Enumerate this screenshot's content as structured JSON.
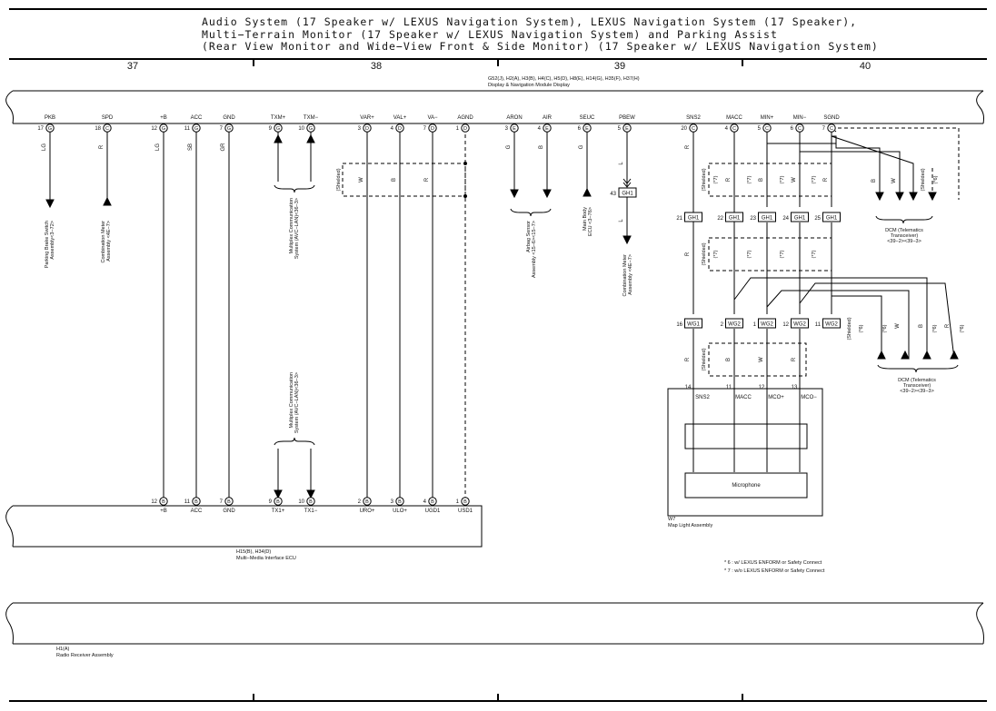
{
  "title": {
    "line1": "Audio System (17 Speaker w/ LEXUS Navigation System),  LEXUS Navigation System (17 Speaker),",
    "line2": "Multi−Terrain Monitor (17 Speaker w/ LEXUS Navigation System) and Parking Assist",
    "line3": "(Rear View Monitor and Wide−View Front & Side Monitor) (17 Speaker w/ LEXUS Navigation System)"
  },
  "columns": [
    "37",
    "38",
    "39",
    "40"
  ],
  "display_module": {
    "connectors": "G52(J), H2(A), H3(B), H4(C), H5(D), H8(E), H14(G), H35(F), H37(H)",
    "name": "Display & Navigation Module Display",
    "pins": [
      {
        "label": "PKB",
        "num": "17",
        "conn": "G"
      },
      {
        "label": "SPD",
        "num": "18",
        "conn": "C"
      },
      {
        "label": "+B",
        "num": "12",
        "conn": "G"
      },
      {
        "label": "ACC",
        "num": "11",
        "conn": "G"
      },
      {
        "label": "GND",
        "num": "7",
        "conn": "G"
      },
      {
        "label": "TXM+",
        "num": "9",
        "conn": "G"
      },
      {
        "label": "TXM−",
        "num": "10",
        "conn": "G"
      },
      {
        "label": "VAR+",
        "num": "3",
        "conn": "D"
      },
      {
        "label": "VAL+",
        "num": "4",
        "conn": "D"
      },
      {
        "label": "VA−",
        "num": "7",
        "conn": "D"
      },
      {
        "label": "AGND",
        "num": "1",
        "conn": "D"
      },
      {
        "label": "ARON",
        "num": "3",
        "conn": "E"
      },
      {
        "label": "AIR",
        "num": "4",
        "conn": "E"
      },
      {
        "label": "SEUC",
        "num": "6",
        "conn": "E"
      },
      {
        "label": "PBEW",
        "num": "5",
        "conn": "E"
      },
      {
        "label": "SNS2",
        "num": "20",
        "conn": "C"
      },
      {
        "label": "MACC",
        "num": "4",
        "conn": "C"
      },
      {
        "label": "MIN+",
        "num": "5",
        "conn": "C"
      },
      {
        "label": "MIN−",
        "num": "6",
        "conn": "C"
      },
      {
        "label": "SGND",
        "num": "7",
        "conn": "C"
      }
    ]
  },
  "wire_colors": {
    "pkb": "LG",
    "spd": "R",
    "b": "LG",
    "acc": "SB",
    "gnd": "GR",
    "var": "W",
    "val": "B",
    "va": "R",
    "aron": "G",
    "air": "B",
    "seuc": "G",
    "pbew_top": "L",
    "pbew_bottom": "L",
    "sns2": "R",
    "macc": "R",
    "min_p": "B",
    "min_n": "W",
    "sgnd": "R",
    "sns2_lower": "R",
    "macc_lower": "B",
    "min_p_lower": "W",
    "min_n_lower": "R",
    "dcm1_1": "B",
    "dcm1_2": "W",
    "dcm1_3": "(Shielded)",
    "dcm2_1": "(Shielded)",
    "dcm2_2": "W",
    "dcm2_3": "B",
    "dcm2_4": "R"
  },
  "notes": {
    "shielded": "(Shielded)",
    "star6": "(*6)",
    "star7": "(*7)",
    "footnote6": "* 6 : w/ LEXUS ENFORM or Safety Connect",
    "footnote7": "* 7 : w/o LEXUS ENFORM or Safety Connect"
  },
  "destinations": {
    "parking_brake": "Parking Brake Switch Assembly<3−72>",
    "combination_meter_1": "Combination Meter Assembly <4E−7>",
    "multiplex_upper": "Multiplex Communication System (AVC−LAN)<36−3>",
    "multiplex_lower": "Multiplex Communication System (AVC−LAN)<36−3>",
    "airbag": "Airbag Sensor Assembly <15−6><15−7>",
    "main_body": "Main Body ECU <3−76>",
    "combination_meter_2": "Combination Meter Assembly <4E−7>",
    "dcm_upper": "DCM (Telematics Transceiver) <39−2><39−3>",
    "dcm_lower": "DCM (Telematics Transceiver) <39−2><39−3>"
  },
  "junctions": {
    "gh1_pbew": {
      "num": "43",
      "name": "GH1"
    },
    "gh1_row": [
      {
        "num": "21",
        "name": "GH1"
      },
      {
        "num": "22",
        "name": "GH1"
      },
      {
        "num": "23",
        "name": "GH1"
      },
      {
        "num": "24",
        "name": "GH1"
      },
      {
        "num": "25",
        "name": "GH1"
      }
    ],
    "wg_row": [
      {
        "num": "16",
        "name": "WG1"
      },
      {
        "num": "2",
        "name": "WG2"
      },
      {
        "num": "1",
        "name": "WG2"
      },
      {
        "num": "12",
        "name": "WG2"
      },
      {
        "num": "11",
        "name": "WG2"
      }
    ]
  },
  "map_light": {
    "pins": [
      {
        "num": "14",
        "label": "SNS2"
      },
      {
        "num": "11",
        "label": "MACC"
      },
      {
        "num": "12",
        "label": "MCO+"
      },
      {
        "num": "13",
        "label": "MCO−"
      }
    ],
    "microphone": "Microphone",
    "code": "W7",
    "name": "Map Light Assembly"
  },
  "mmi_ecu": {
    "pins": [
      {
        "num": "12",
        "conn": "B",
        "label": "+B"
      },
      {
        "num": "11",
        "conn": "B",
        "label": "ACC"
      },
      {
        "num": "7",
        "conn": "B",
        "label": "GND"
      },
      {
        "num": "9",
        "conn": "B",
        "label": "TX1+"
      },
      {
        "num": "10",
        "conn": "B",
        "label": "TX1−"
      },
      {
        "num": "2",
        "conn": "B",
        "label": "URO+"
      },
      {
        "num": "3",
        "conn": "B",
        "label": "ULO+"
      },
      {
        "num": "4",
        "conn": "B",
        "label": "UGD1"
      },
      {
        "num": "1",
        "conn": "B",
        "label": "USD1"
      }
    ],
    "code": "H15(B), H34(D)",
    "name": "Multi−Media Interface ECU"
  },
  "radio": {
    "code": "H1(A)",
    "name": "Radio Receiver Assembly"
  }
}
